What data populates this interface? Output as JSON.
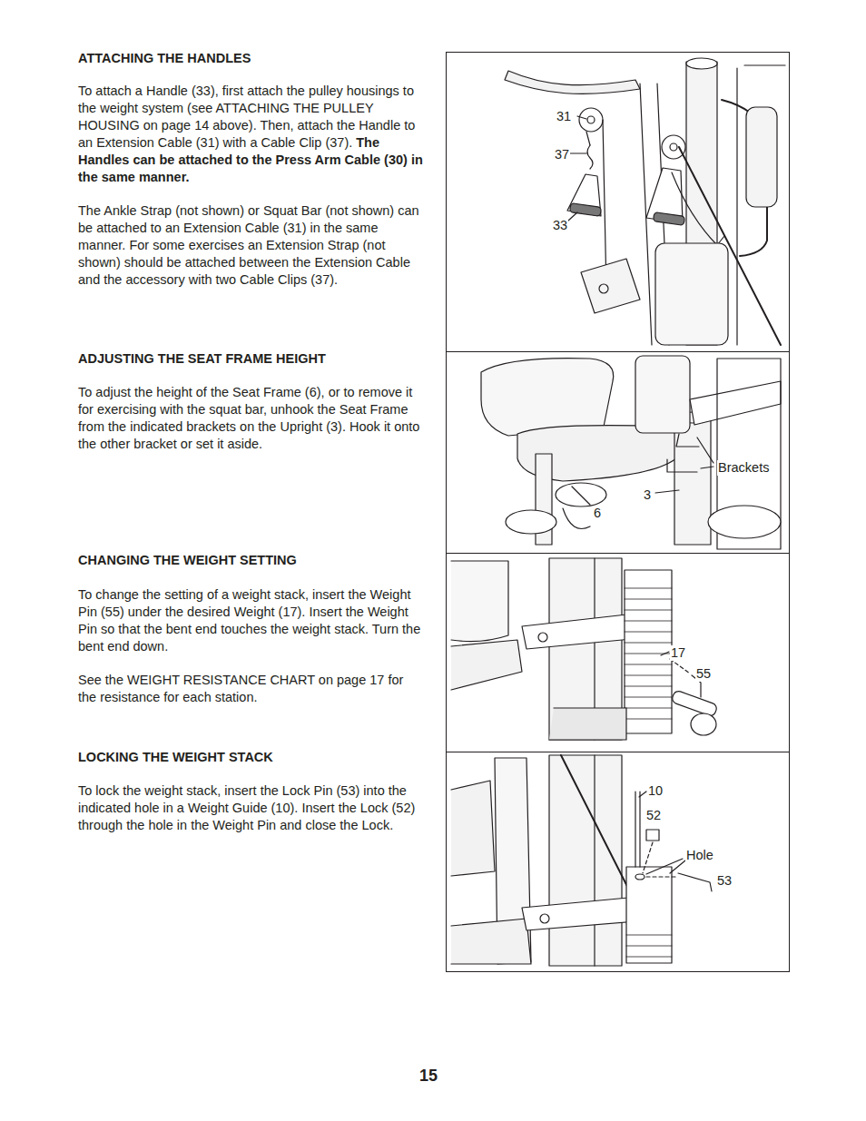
{
  "diagram": {
    "nodes": [
      {
        "text": [
          "31",
          "37",
          "33"
        ]
      },
      {
        "text": [
          "Brackets",
          "3",
          "6"
        ]
      },
      {
        "text": [
          "17",
          "55"
        ]
      },
      {
        "text": [
          "10",
          "52",
          "Hole",
          "53"
        ]
      }
    ],
    "labels": [
      "ATTACHING THE HANDLES",
      "To attach a Handle (33), first attach the pulley housings to the weight system (see ATTACHING THE PULLEY HOUSING on page 14 above). Then, attach the Handle to an Extension Cable (31) with a Cable Clip (37).",
      "The Handles can be attached to the Press Arm Cable (30) in the same manner.",
      "The Ankle Strap (not shown) or Squat Bar (not shown) can be attached to an Extension Cable (31) in the same manner. For some exercises an Extension Strap (not shown) should be attached between the Extension Cable and the accessory with two Cable Clips (37).",
      "ADJUSTING THE SEAT FRAME HEIGHT",
      "To adjust the height of the Seat Frame (6), or to remove it for exercising with the squat bar, unhook the Seat Frame from the indicated brackets on the Upright (3). Hook it onto the other bracket or set it aside.",
      "CHANGING THE WEIGHT SETTING",
      "To change the setting of a weight stack, insert the Weight Pin (55) under the desired Weight (17). Insert the Weight Pin so that the bent end touches the weight stack. Turn the bent end down.",
      "See the WEIGHT RESISTANCE CHART on page 17 for the resistance for each station.",
      "LOCKING THE WEIGHT STACK",
      "To lock the weight stack, insert the Lock Pin (53) into the indicated hole in a Weight Guide (10). Insert the Lock (52) through the hole in the Weight Pin and close the Lock.",
      "15"
    ]
  }
}
